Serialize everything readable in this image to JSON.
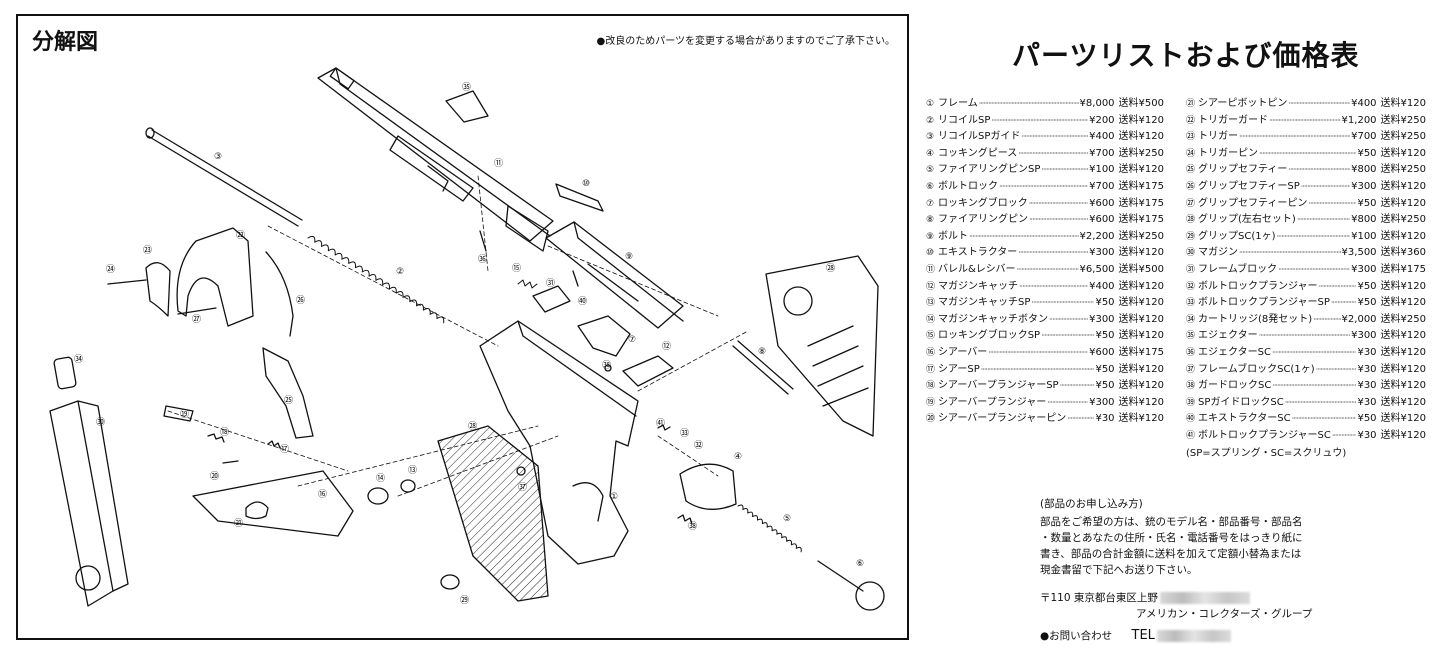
{
  "diagram": {
    "title": "分解図",
    "notice": "●改良のためパーツを変更する場合がありますのでご了承下さい。",
    "part_labels": [
      "①",
      "②",
      "③",
      "④",
      "⑤",
      "⑥",
      "⑦",
      "⑧",
      "⑨",
      "⑩",
      "⑪",
      "⑫",
      "⑬",
      "⑭",
      "⑮",
      "⑯",
      "⑰",
      "⑱",
      "⑲",
      "⑳",
      "㉑",
      "㉒",
      "㉓",
      "㉔",
      "㉕",
      "㉖",
      "㉗",
      "㉘",
      "㉘",
      "㉙",
      "㉚",
      "㉛",
      "㉜",
      "㉝",
      "㉞",
      "㉟",
      "㊱",
      "㊲",
      "㊳",
      "㊳",
      "㊵",
      "㊶"
    ]
  },
  "parts_list": {
    "title": "パーツリストおよび価格表",
    "shipping_label": "送料",
    "column_1": [
      {
        "num": "①",
        "name": "フレーム",
        "price": "¥8,000",
        "ship": "送料¥500"
      },
      {
        "num": "②",
        "name": "リコイルSP",
        "price": "¥200",
        "ship": "送料¥120"
      },
      {
        "num": "③",
        "name": "リコイルSPガイド",
        "price": "¥400",
        "ship": "送料¥120"
      },
      {
        "num": "④",
        "name": "コッキングピース",
        "price": "¥700",
        "ship": "送料¥250"
      },
      {
        "num": "⑤",
        "name": "ファイアリングピンSP",
        "price": "¥100",
        "ship": "送料¥120"
      },
      {
        "num": "⑥",
        "name": "ボルトロック",
        "price": "¥700",
        "ship": "送料¥175"
      },
      {
        "num": "⑦",
        "name": "ロッキングブロック",
        "price": "¥600",
        "ship": "送料¥175"
      },
      {
        "num": "⑧",
        "name": "ファイアリングピン",
        "price": "¥600",
        "ship": "送料¥175"
      },
      {
        "num": "⑨",
        "name": "ボルト",
        "price": "¥2,200",
        "ship": "送料¥250"
      },
      {
        "num": "⑩",
        "name": "エキストラクター",
        "price": "¥300",
        "ship": "送料¥120"
      },
      {
        "num": "⑪",
        "name": "バレル&レシバー",
        "price": "¥6,500",
        "ship": "送料¥500"
      },
      {
        "num": "⑫",
        "name": "マガジンキャッチ",
        "price": "¥400",
        "ship": "送料¥120"
      },
      {
        "num": "⑬",
        "name": "マガジンキャッチSP",
        "price": "¥50",
        "ship": "送料¥120"
      },
      {
        "num": "⑭",
        "name": "マガジンキャッチボタン",
        "price": "¥300",
        "ship": "送料¥120"
      },
      {
        "num": "⑮",
        "name": "ロッキングブロックSP",
        "price": "¥50",
        "ship": "送料¥120"
      },
      {
        "num": "⑯",
        "name": "シアーバー",
        "price": "¥600",
        "ship": "送料¥175"
      },
      {
        "num": "⑰",
        "name": "シアーSP",
        "price": "¥50",
        "ship": "送料¥120"
      },
      {
        "num": "⑱",
        "name": "シアーバープランジャーSP",
        "price": "¥50",
        "ship": "送料¥120"
      },
      {
        "num": "⑲",
        "name": "シアーバープランジャー",
        "price": "¥300",
        "ship": "送料¥120"
      },
      {
        "num": "⑳",
        "name": "シアーバープランジャーピン",
        "price": "¥30",
        "ship": "送料¥120"
      }
    ],
    "column_2": [
      {
        "num": "㉑",
        "name": "シアーピボットピン",
        "price": "¥400",
        "ship": "送料¥120"
      },
      {
        "num": "㉒",
        "name": "トリガーガード",
        "price": "¥1,200",
        "ship": "送料¥250"
      },
      {
        "num": "㉓",
        "name": "トリガー",
        "price": "¥700",
        "ship": "送料¥250"
      },
      {
        "num": "㉔",
        "name": "トリガーピン",
        "price": "¥50",
        "ship": "送料¥120"
      },
      {
        "num": "㉕",
        "name": "グリップセフティー",
        "price": "¥800",
        "ship": "送料¥250"
      },
      {
        "num": "㉖",
        "name": "グリップセフティーSP",
        "price": "¥300",
        "ship": "送料¥120"
      },
      {
        "num": "㉗",
        "name": "グリップセフティーピン",
        "price": "¥50",
        "ship": "送料¥120"
      },
      {
        "num": "㉘",
        "name": "グリップ(左右セット)",
        "price": "¥800",
        "ship": "送料¥250"
      },
      {
        "num": "㉙",
        "name": "グリップSC(1ヶ)",
        "price": "¥100",
        "ship": "送料¥120"
      },
      {
        "num": "㉚",
        "name": "マガジン",
        "price": "¥3,500",
        "ship": "送料¥360"
      },
      {
        "num": "㉛",
        "name": "フレームブロック",
        "price": "¥300",
        "ship": "送料¥175"
      },
      {
        "num": "㉜",
        "name": "ボルトロックプランジャー",
        "price": "¥50",
        "ship": "送料¥120"
      },
      {
        "num": "㉝",
        "name": "ボルトロックプランジャーSP",
        "price": "¥50",
        "ship": "送料¥120"
      },
      {
        "num": "㉞",
        "name": "カートリッジ(8発セット)",
        "price": "¥2,000",
        "ship": "送料¥250"
      },
      {
        "num": "㉟",
        "name": "エジェクター",
        "price": "¥300",
        "ship": "送料¥120"
      },
      {
        "num": "㊱",
        "name": "エジェクターSC",
        "price": "¥30",
        "ship": "送料¥120"
      },
      {
        "num": "㊲",
        "name": "フレームブロックSC(1ヶ)",
        "price": "¥30",
        "ship": "送料¥120"
      },
      {
        "num": "㊳",
        "name": "ガードロックSC",
        "price": "¥30",
        "ship": "送料¥120"
      },
      {
        "num": "㊴",
        "name": "SPガイドロックSC",
        "price": "¥30",
        "ship": "送料¥120"
      },
      {
        "num": "㊵",
        "name": "エキストラクターSC",
        "price": "¥50",
        "ship": "送料¥120"
      },
      {
        "num": "㊶",
        "name": "ボルトロックプランジャーSC",
        "price": "¥30",
        "ship": "送料¥120"
      }
    ],
    "footnote": "(SP=スプリング・SC=スクリュウ)"
  },
  "order": {
    "heading": "(部品のお申し込み方)",
    "lines": [
      "部品をご希望の方は、銃のモデル名・部品番号・部品名",
      "・数量とあなたの住所・氏名・電話番号をはっきり紙に",
      "書き、部品の合計金額に送料を加えて定額小替為または",
      "現金書留で下記へお送り下さい。"
    ],
    "address": "〒110 東京都台東区上野",
    "company": "アメリカン・コレクターズ・グループ",
    "contact_label": "●お問い合わせ",
    "tel_label": "TEL"
  }
}
